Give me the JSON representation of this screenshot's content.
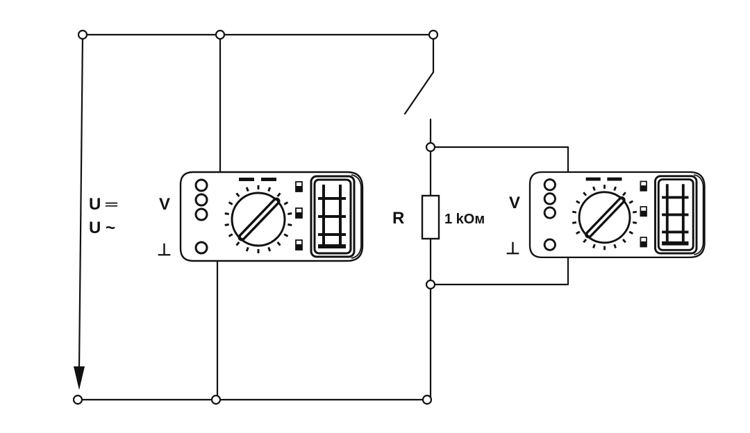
{
  "source": {
    "dc_label": "U ═",
    "ac_label": "U ~"
  },
  "meter_left": {
    "voltage_label": "V",
    "ground_label": "⊥"
  },
  "meter_right": {
    "voltage_label": "V",
    "ground_label": "⊥"
  },
  "resistor": {
    "name_label": "R",
    "value_label": "1 kOм"
  },
  "colors": {
    "ink": "#111111",
    "background": "#ffffff"
  }
}
